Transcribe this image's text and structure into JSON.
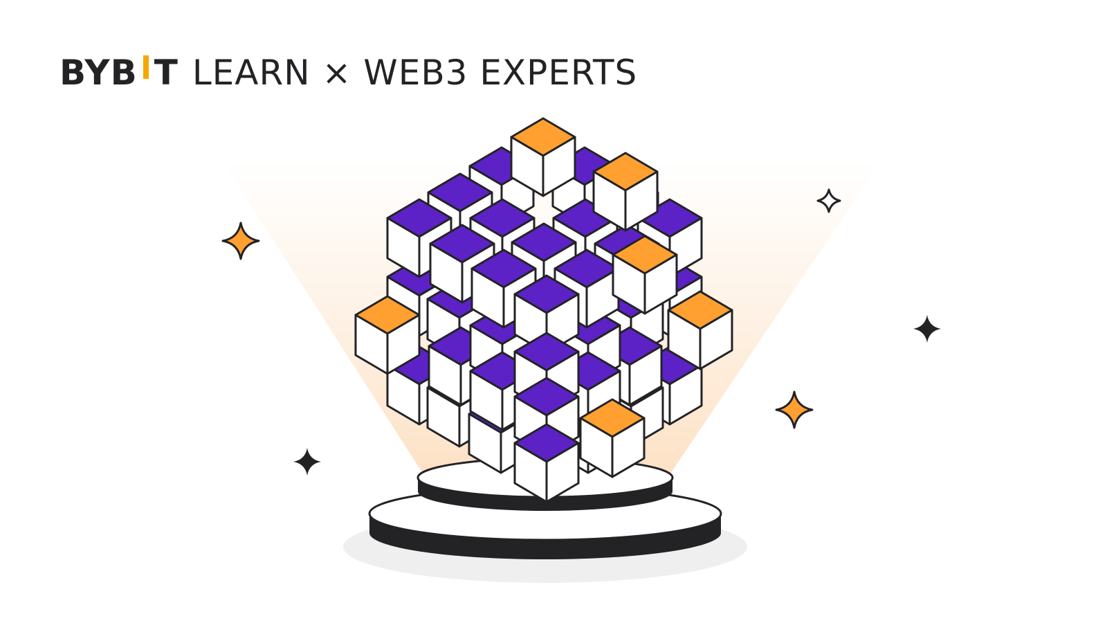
{
  "header": {
    "brand_prefix": "BYB",
    "brand_suffix": "T",
    "tagline": "LEARN × WEB3 EXPERTS"
  },
  "colors": {
    "brand_orange": "#F7A600",
    "cube_purple": "#5C22C6",
    "cube_orange": "#FFA031",
    "outline": "#232326",
    "spotlight": "#FDE7CF"
  },
  "icons": [
    "sparkle-icon",
    "cube-icon",
    "podium-icon"
  ]
}
